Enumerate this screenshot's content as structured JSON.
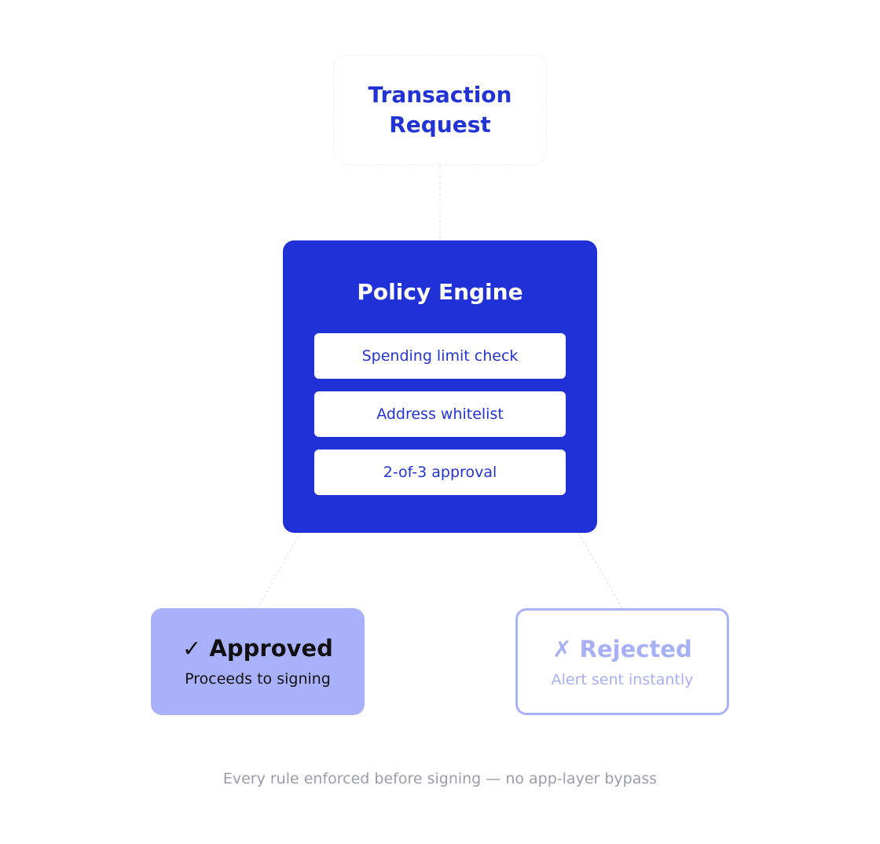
{
  "request": {
    "title": "Transaction Request"
  },
  "engine": {
    "title": "Policy Engine",
    "rules": [
      "Spending limit check",
      "Address whitelist",
      "2-of-3 approval"
    ]
  },
  "outcomes": {
    "approved": {
      "title": "✓ Approved",
      "subtitle": "Proceeds to signing"
    },
    "rejected": {
      "title": "✗ Rejected",
      "subtitle": "Alert sent instantly"
    }
  },
  "footnote": "Every rule enforced before signing — no app-layer bypass",
  "colors": {
    "primary": "#2131d8",
    "approved_fill": "#a9b1fb",
    "rejected_border": "#aab2f8",
    "muted_text": "#9a9ca8"
  }
}
